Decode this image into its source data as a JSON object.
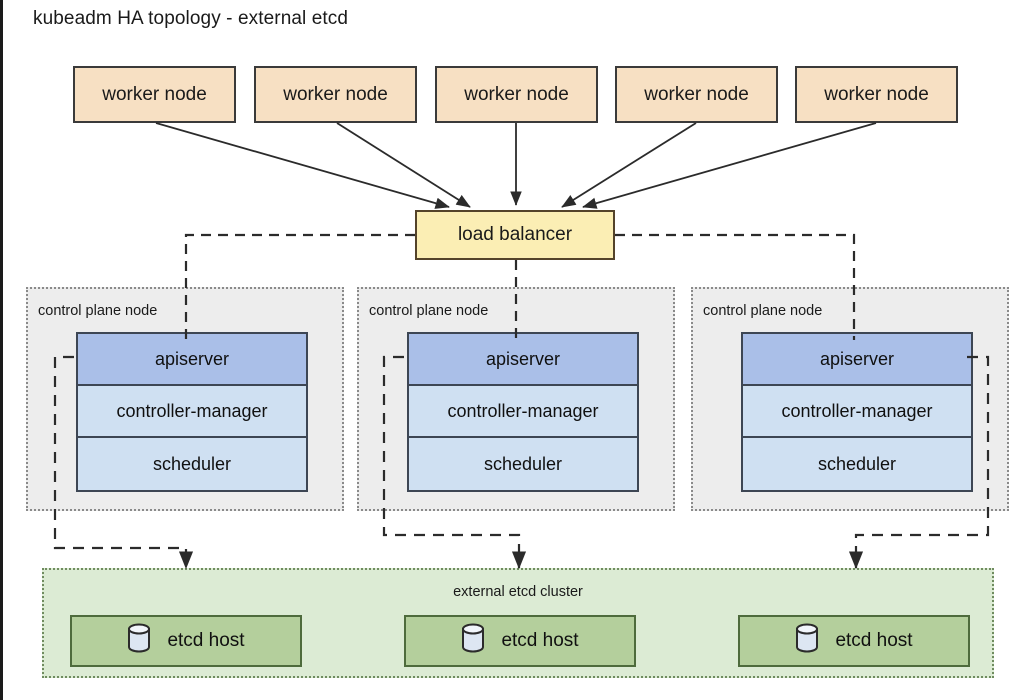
{
  "diagram": {
    "title": "kubeadm HA topology - external etcd",
    "colors": {
      "worker_fill": "#f7e0c3",
      "load_balancer_fill": "#fbeeb4",
      "control_plane_group_fill": "#ededed",
      "apiserver_fill": "#aabfe8",
      "component_fill": "#cfe0f2",
      "etcd_cluster_fill": "#dcebd4",
      "etcd_host_fill": "#b4cf9c",
      "edge_stroke": "#2b2b2b",
      "background": "#ffffff"
    }
  },
  "worker_nodes": [
    {
      "label": "worker node"
    },
    {
      "label": "worker node"
    },
    {
      "label": "worker node"
    },
    {
      "label": "worker node"
    },
    {
      "label": "worker node"
    }
  ],
  "load_balancer": {
    "label": "load balancer"
  },
  "control_planes": [
    {
      "group_label": "control plane node",
      "components": [
        {
          "label": "apiserver"
        },
        {
          "label": "controller-manager"
        },
        {
          "label": "scheduler"
        }
      ]
    },
    {
      "group_label": "control plane node",
      "components": [
        {
          "label": "apiserver"
        },
        {
          "label": "controller-manager"
        },
        {
          "label": "scheduler"
        }
      ]
    },
    {
      "group_label": "control plane node",
      "components": [
        {
          "label": "apiserver"
        },
        {
          "label": "controller-manager"
        },
        {
          "label": "scheduler"
        }
      ]
    }
  ],
  "etcd_cluster": {
    "label": "external etcd cluster",
    "hosts": [
      {
        "label": "etcd host",
        "icon": "database-cylinder-icon"
      },
      {
        "label": "etcd host",
        "icon": "database-cylinder-icon"
      },
      {
        "label": "etcd host",
        "icon": "database-cylinder-icon"
      }
    ]
  }
}
